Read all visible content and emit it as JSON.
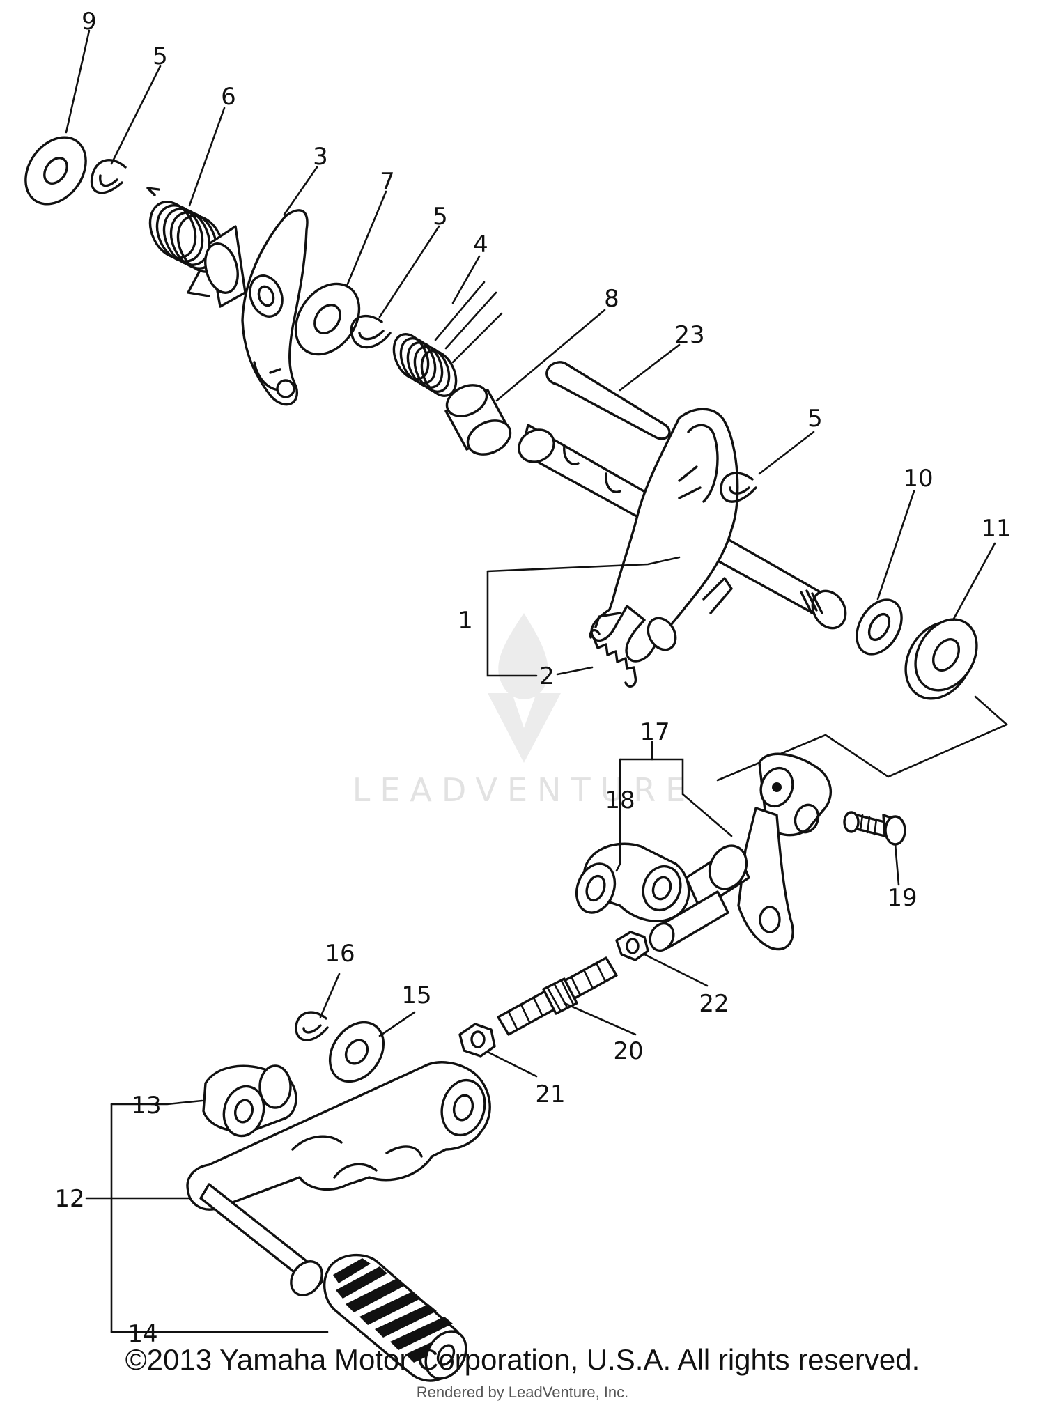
{
  "diagram": {
    "part_labels": {
      "p1": "1",
      "p2": "2",
      "p3": "3",
      "p4": "4",
      "p5a": "5",
      "p5b": "5",
      "p5c": "5",
      "p6": "6",
      "p7": "7",
      "p8": "8",
      "p9": "9",
      "p10": "10",
      "p11": "11",
      "p12": "12",
      "p13": "13",
      "p14": "14",
      "p15": "15",
      "p16": "16",
      "p17": "17",
      "p18": "18",
      "p19": "19",
      "p20": "20",
      "p21": "21",
      "p22": "22",
      "p23": "23"
    }
  },
  "watermark": {
    "text": "LEADVENTURE"
  },
  "footer": {
    "copyright": "©2013 Yamaha Motor Corporation, U.S.A. All rights reserved.",
    "rendered_by": "Rendered by LeadVenture, Inc."
  }
}
